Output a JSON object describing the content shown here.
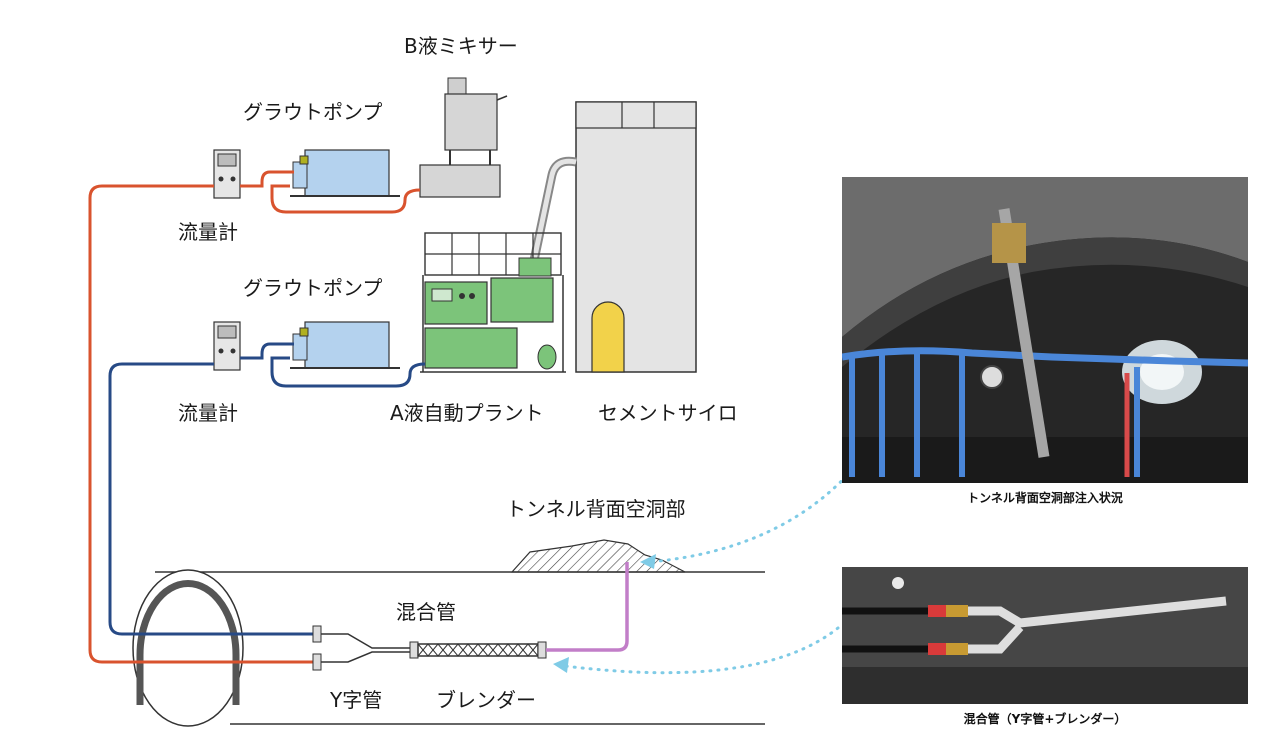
{
  "labels": {
    "b_mixer": "B液ミキサー",
    "grout_pump_top": "グラウトポンプ",
    "flow_meter_top": "流量計",
    "grout_pump_bottom": "グラウトポンプ",
    "flow_meter_bottom": "流量計",
    "a_plant": "A液自動プラント",
    "cement_silo": "セメントサイロ",
    "tunnel_void": "トンネル背面空洞部",
    "mixing_pipe": "混合管",
    "y_pipe": "Y字管",
    "blender": "ブレンダー"
  },
  "photos": {
    "injection_caption": "トンネル背面空洞部注入状況",
    "mixing_caption": "混合管（Y字管+ブレンダー）"
  },
  "colors": {
    "line_b": "#d9532e",
    "line_a": "#274a86",
    "line_mixed": "#c27ec8",
    "callout": "#7fcbe6"
  }
}
